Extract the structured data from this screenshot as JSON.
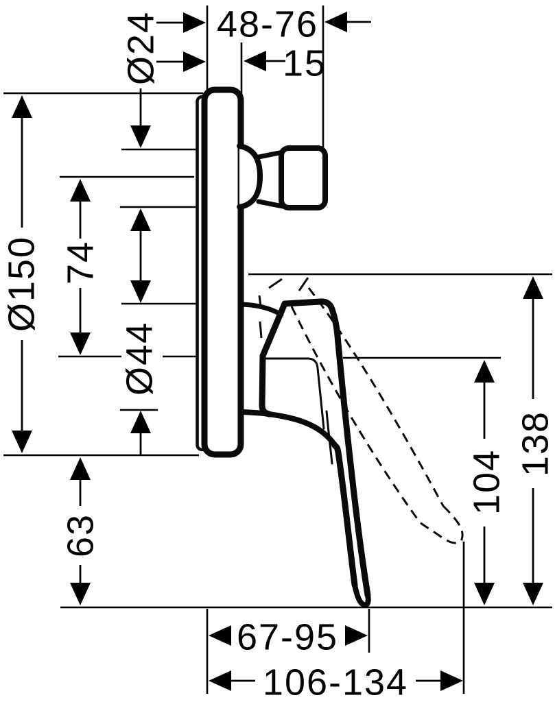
{
  "colors": {
    "ink": "#000000",
    "background": "#ffffff"
  },
  "dims": {
    "spout_dia": "Ø24",
    "depth_range": "48-76",
    "spout_offset": "15",
    "plate_dia": "Ø150",
    "axis_gap": "74",
    "sleeve_dia": "Ø44",
    "bottom_gap": "63",
    "lever_height": "104",
    "lever_max_height": "138",
    "reach_range": "67-95",
    "reach_max_range": "106-134"
  }
}
